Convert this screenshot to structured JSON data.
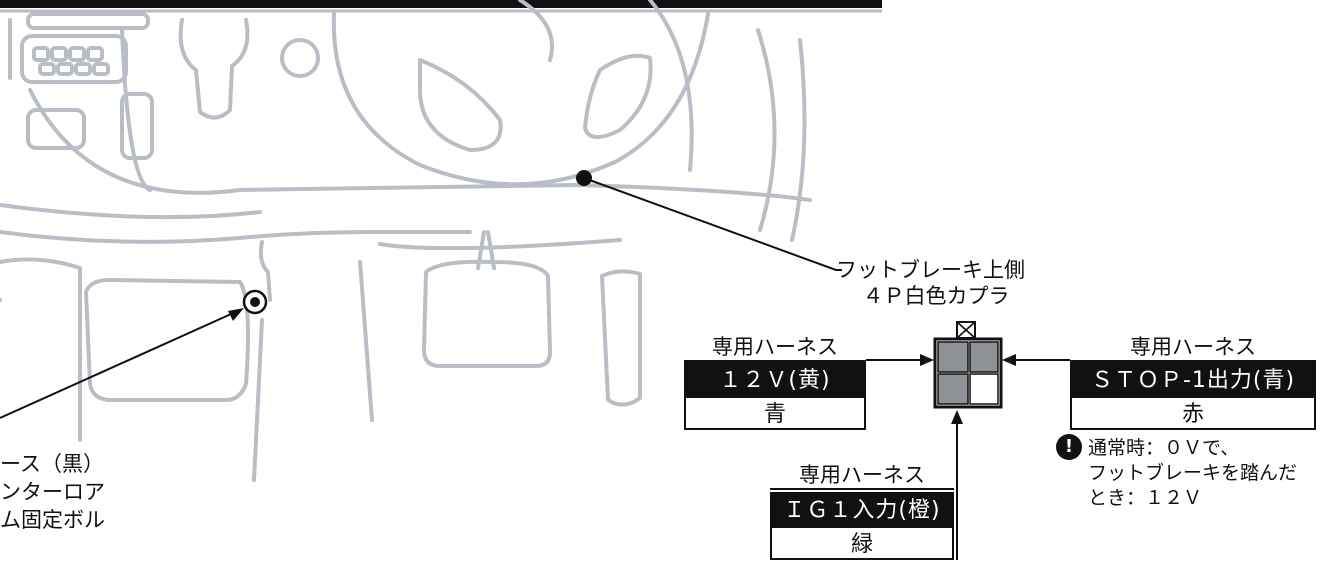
{
  "connector_label": {
    "line1": "フットブレーキ上側",
    "line2": "４Ｐ白色カプラ"
  },
  "ground_callout": {
    "line1": "ース（黒）",
    "line2": "ンターロア",
    "line3": "ム固定ボル"
  },
  "harness_left": {
    "header": "専用ハーネス",
    "signal": "１２Ｖ(黄)",
    "wire_color": "青"
  },
  "harness_right": {
    "header": "専用ハーネス",
    "signal": "ＳＴＯＰ-1出力(青)",
    "wire_color": "赤"
  },
  "harness_bottom": {
    "header": "専用ハーネス",
    "signal": "ＩＧ１入力(橙)",
    "wire_color": "緑"
  },
  "note": {
    "line1": "通常時：０Ｖで、",
    "line2": "フットブレーキを踏んだ",
    "line3": "とき：１２Ｖ"
  },
  "icons": {
    "warning": "exclamation-circle-icon",
    "ground_bolt": "bolt-target-icon",
    "connector": "4-pin-connector-icon",
    "lock": "crossed-box-icon"
  },
  "colors": {
    "dashboard_outline": "#b9bec6",
    "pin_filled": "#8f9296",
    "signal_bar": "#111111"
  }
}
